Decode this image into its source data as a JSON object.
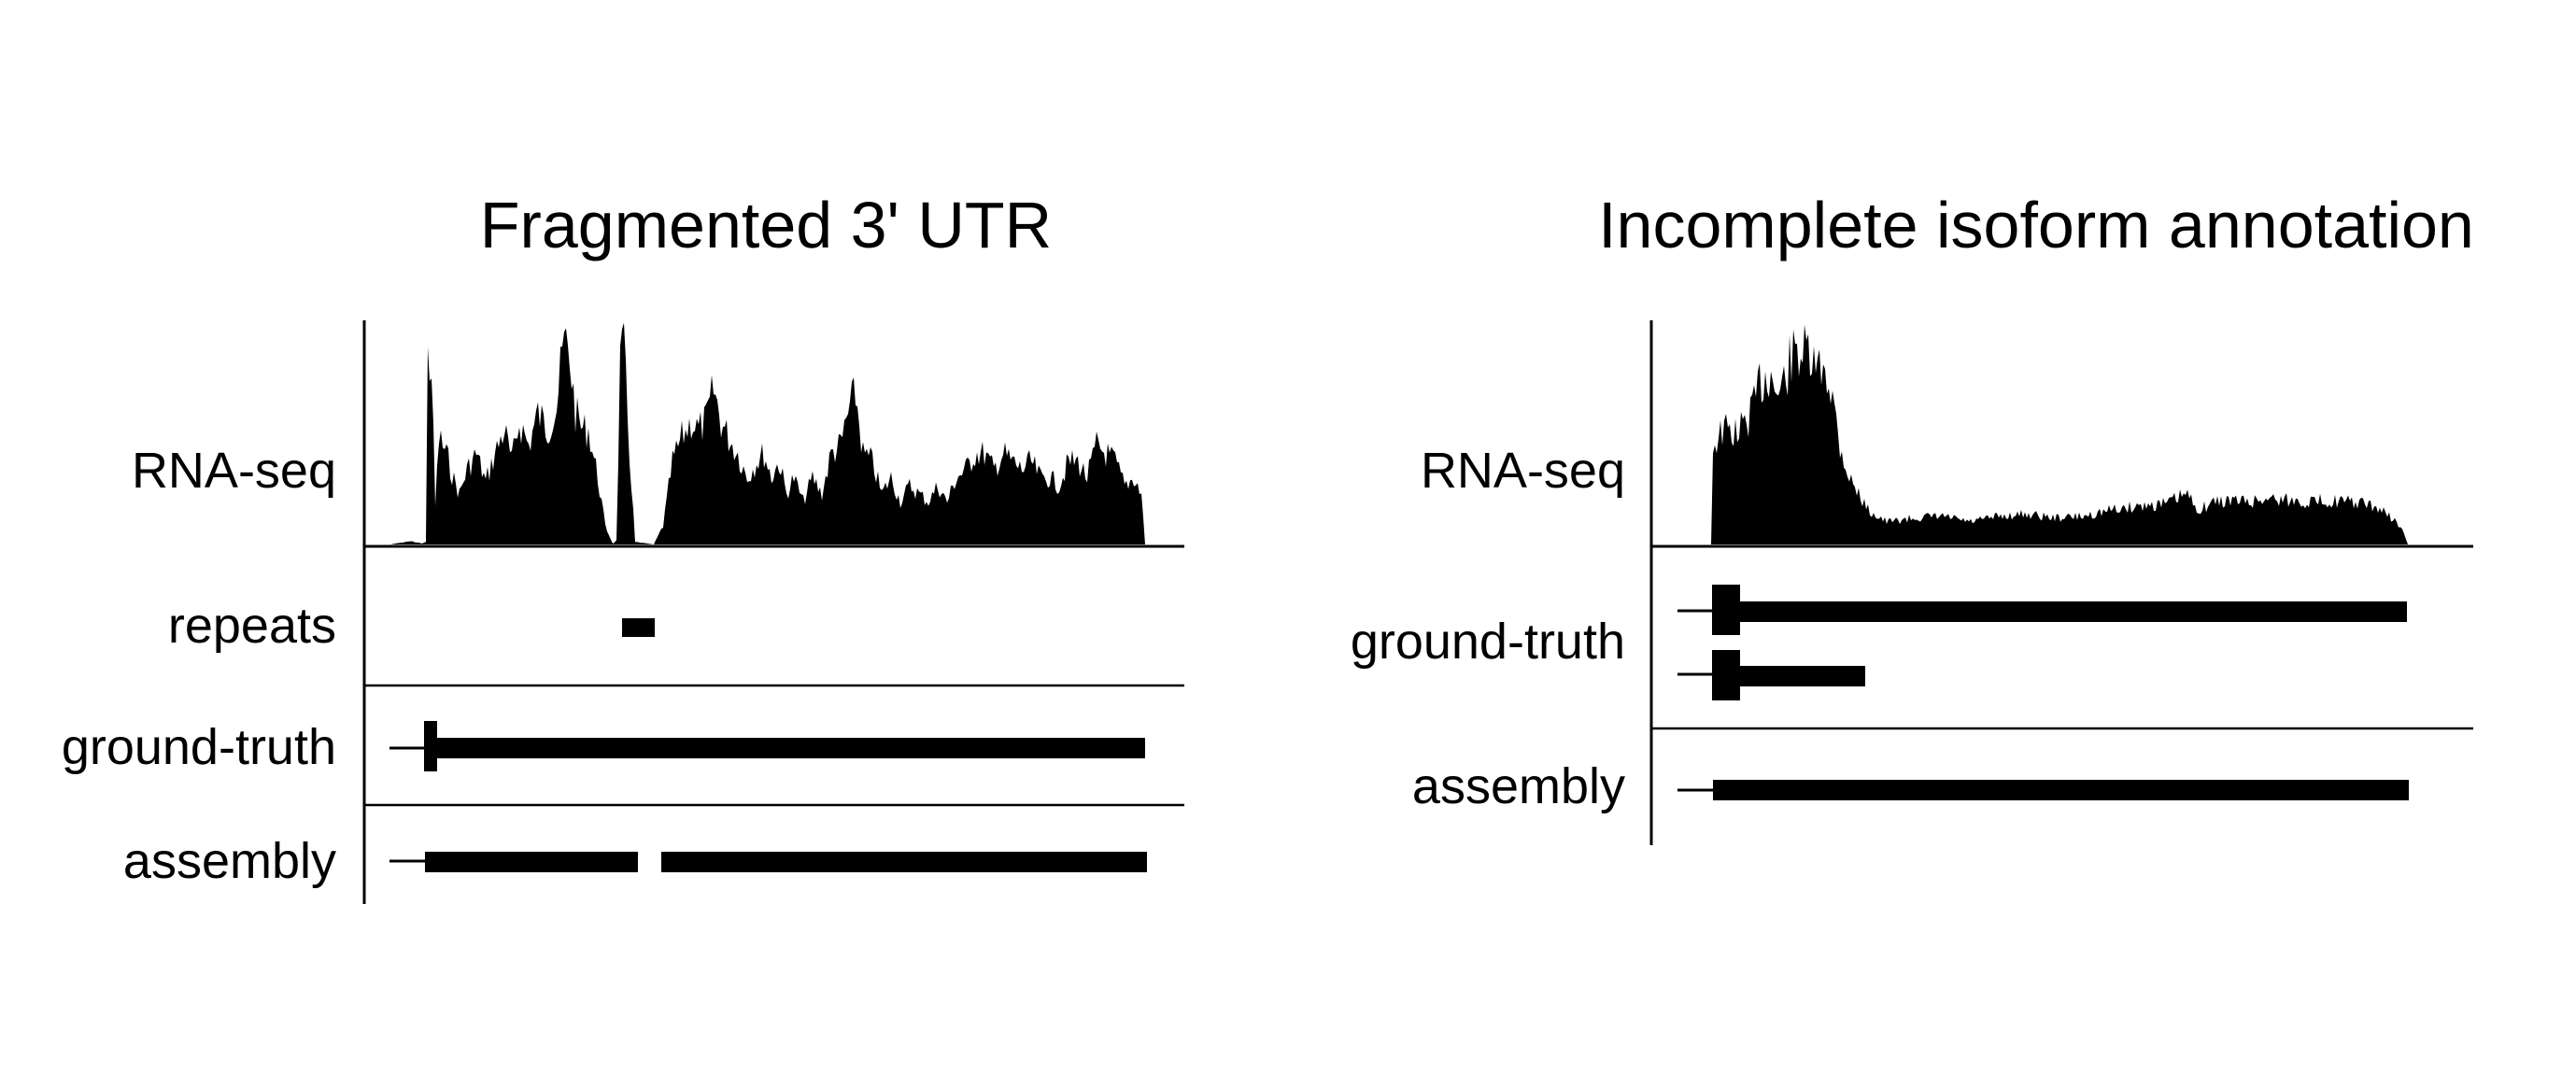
{
  "panels": [
    {
      "id": "left",
      "title": "Fragmented 3' UTR",
      "tracks": [
        {
          "key": "rnaseq",
          "label": "RNA-seq"
        },
        {
          "key": "repeats",
          "label": "repeats"
        },
        {
          "key": "groundtruth",
          "label": "ground-truth"
        },
        {
          "key": "assembly",
          "label": "assembly"
        }
      ]
    },
    {
      "id": "right",
      "title": "Incomplete isoform annotation",
      "tracks": [
        {
          "key": "rnaseq",
          "label": "RNA-seq"
        },
        {
          "key": "groundtruth",
          "label": "ground-truth"
        },
        {
          "key": "assembly",
          "label": "assembly"
        }
      ]
    }
  ],
  "colors": {
    "foreground": "#000000",
    "background": "#ffffff"
  }
}
